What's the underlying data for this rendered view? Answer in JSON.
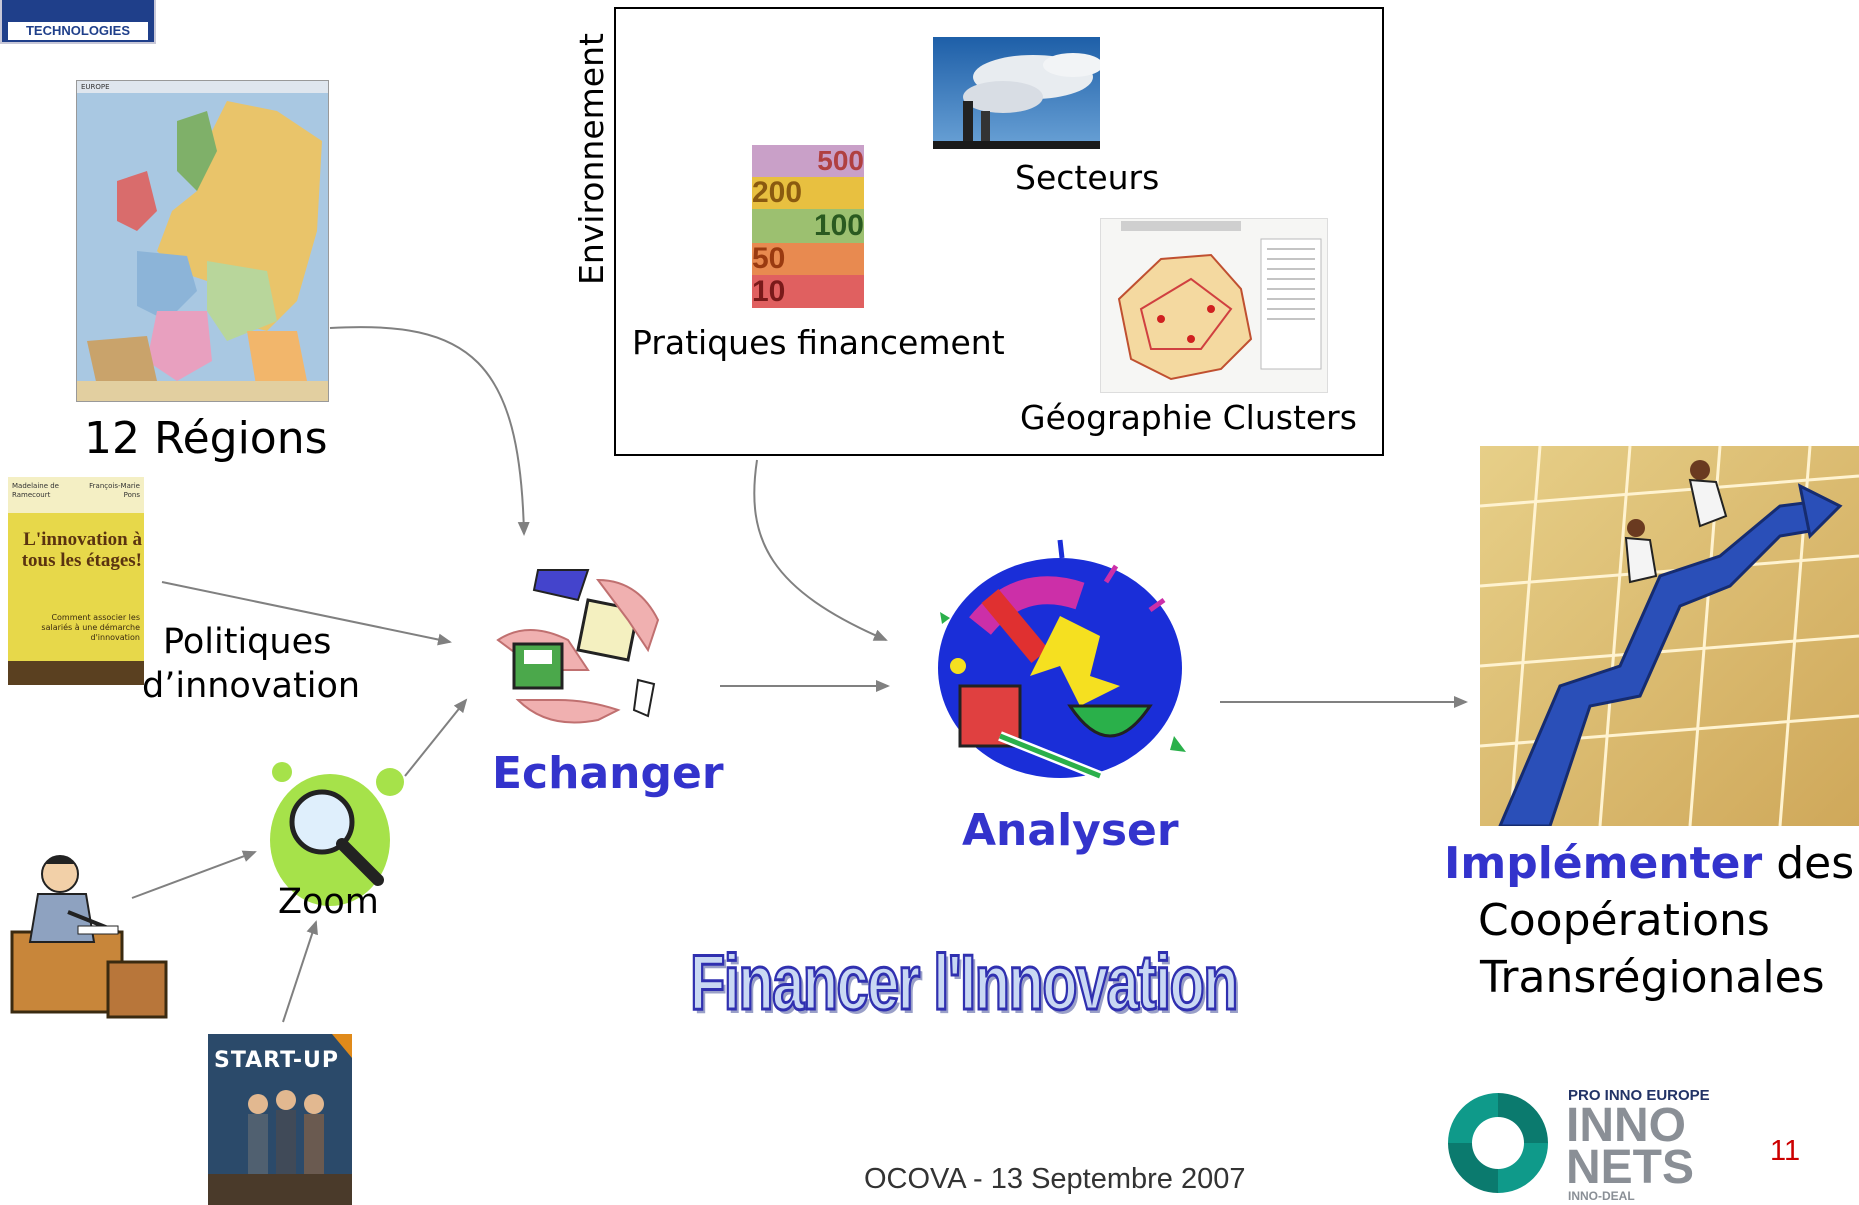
{
  "logo_top": {
    "text": "TECHNOLOGIES"
  },
  "regions": {
    "label": "12 Régions",
    "map_title": "EUROPE"
  },
  "environment": {
    "title": "Environnement",
    "secteurs": "Secteurs",
    "pratiques": "Pratiques financement",
    "geographie": "Géographie Clusters",
    "banknotes": [
      "500",
      "200",
      "100",
      "50",
      "10"
    ]
  },
  "politiques": {
    "line1": "Politiques",
    "line2": "d’innovation",
    "book": {
      "authors_left": "Madelaine de Ramecourt",
      "authors_right": "François-Marie Pons",
      "title": "L'innovation à tous les étages!",
      "subtitle": "Comment associer les salariés à une démarche d'innovation"
    }
  },
  "zoom": {
    "label": "Zoom"
  },
  "startup": {
    "title": "START-UP"
  },
  "echanger": {
    "label": "Echanger"
  },
  "analyser": {
    "label": "Analyser"
  },
  "implementer": {
    "bold": "Implémenter",
    "rest": " des",
    "line2": "Coopérations",
    "line3": "Transrégionales"
  },
  "banner": {
    "text": "Financer l'Innovation"
  },
  "footer": {
    "text": "OCOVA - 13 Septembre 2007",
    "page": "11"
  },
  "innonets": {
    "top": "PRO INNO EUROPE",
    "line1": "INNO",
    "line2": "NETS",
    "sub": "INNO-DEAL"
  },
  "colors": {
    "accent_blue": "#3333cc",
    "page_number": "#cc0000",
    "arrow": "#808080",
    "innonets_teal": "#0b7a6e"
  }
}
